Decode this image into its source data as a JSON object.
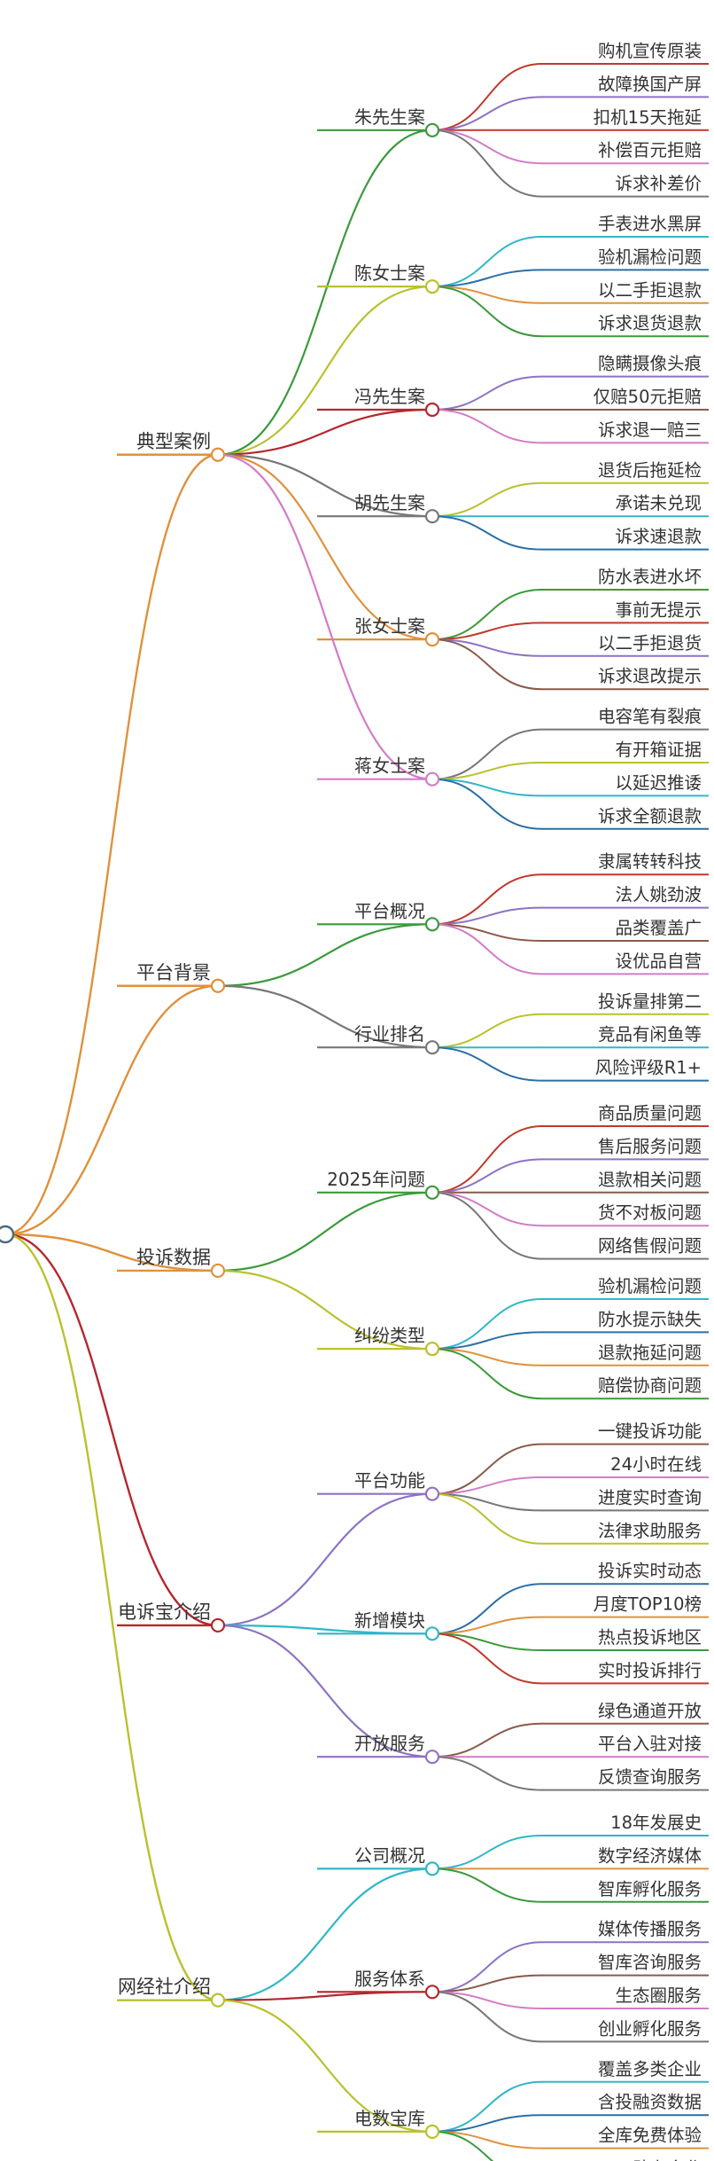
{
  "mindmap": {
    "root": {
      "label": "",
      "color": "#4a6b7a"
    },
    "branches": [
      {
        "label": "典型案例",
        "color": "#e0913c",
        "children": [
          {
            "label": "朱先生案",
            "color": "#3a9a3a",
            "leaves": [
              {
                "label": "购机宣传原装",
                "color": "#c0392b"
              },
              {
                "label": "故障换国产屏",
                "color": "#8e72c4"
              },
              {
                "label": "扣机15天拖延",
                "color": "#c0392b"
              },
              {
                "label": "补偿百元拒赔",
                "color": "#d27cc8"
              },
              {
                "label": "诉求补差价",
                "color": "#777777"
              }
            ]
          },
          {
            "label": "陈女士案",
            "color": "#b9c12e",
            "leaves": [
              {
                "label": "手表进水黑屏",
                "color": "#30b7c9"
              },
              {
                "label": "验机漏检问题",
                "color": "#2b6fa6"
              },
              {
                "label": "以二手拒退款",
                "color": "#e0913c"
              },
              {
                "label": "诉求退货退款",
                "color": "#3a9a3a"
              }
            ]
          },
          {
            "label": "冯先生案",
            "color": "#b3282e",
            "leaves": [
              {
                "label": "隐瞒摄像头痕",
                "color": "#8e72c4"
              },
              {
                "label": "仅赔50元拒赔",
                "color": "#8b5a4a"
              },
              {
                "label": "诉求退一赔三",
                "color": "#d27cc8"
              }
            ]
          },
          {
            "label": "胡先生案",
            "color": "#777777",
            "leaves": [
              {
                "label": "退货后拖延检",
                "color": "#b9c12e"
              },
              {
                "label": "承诺未兑现",
                "color": "#30b7c9"
              },
              {
                "label": "诉求速退款",
                "color": "#2b6fa6"
              }
            ]
          },
          {
            "label": "张女士案",
            "color": "#e0913c",
            "leaves": [
              {
                "label": "防水表进水坏",
                "color": "#3a9a3a"
              },
              {
                "label": "事前无提示",
                "color": "#c0392b"
              },
              {
                "label": "以二手拒退货",
                "color": "#8e72c4"
              },
              {
                "label": "诉求退改提示",
                "color": "#8b5a4a"
              }
            ]
          },
          {
            "label": "蒋女士案",
            "color": "#d27cc8",
            "leaves": [
              {
                "label": "电容笔有裂痕",
                "color": "#777777"
              },
              {
                "label": "有开箱证据",
                "color": "#b9c12e"
              },
              {
                "label": "以延迟推诿",
                "color": "#30b7c9"
              },
              {
                "label": "诉求全额退款",
                "color": "#2b6fa6"
              }
            ]
          }
        ]
      },
      {
        "label": "平台背景",
        "color": "#e0913c",
        "children": [
          {
            "label": "平台概况",
            "color": "#3a9a3a",
            "leaves": [
              {
                "label": "隶属转转科技",
                "color": "#c0392b"
              },
              {
                "label": "法人姚劲波",
                "color": "#8e72c4"
              },
              {
                "label": "品类覆盖广",
                "color": "#8b5a4a"
              },
              {
                "label": "设优品自营",
                "color": "#d27cc8"
              }
            ]
          },
          {
            "label": "行业排名",
            "color": "#777777",
            "leaves": [
              {
                "label": "投诉量排第二",
                "color": "#b9c12e"
              },
              {
                "label": "竞品有闲鱼等",
                "color": "#30b7c9"
              },
              {
                "label": "风险评级R1+",
                "color": "#2b6fa6"
              }
            ]
          }
        ]
      },
      {
        "label": "投诉数据",
        "color": "#e0913c",
        "children": [
          {
            "label": "2025年问题",
            "color": "#3a9a3a",
            "leaves": [
              {
                "label": "商品质量问题",
                "color": "#c0392b"
              },
              {
                "label": "售后服务问题",
                "color": "#8e72c4"
              },
              {
                "label": "退款相关问题",
                "color": "#8b5a4a"
              },
              {
                "label": "货不对板问题",
                "color": "#d27cc8"
              },
              {
                "label": "网络售假问题",
                "color": "#777777"
              }
            ]
          },
          {
            "label": "纠纷类型",
            "color": "#b9c12e",
            "leaves": [
              {
                "label": "验机漏检问题",
                "color": "#30b7c9"
              },
              {
                "label": "防水提示缺失",
                "color": "#2b6fa6"
              },
              {
                "label": "退款拖延问题",
                "color": "#e0913c"
              },
              {
                "label": "赔偿协商问题",
                "color": "#3a9a3a"
              }
            ]
          }
        ]
      },
      {
        "label": "电诉宝介绍",
        "color": "#b3282e",
        "children": [
          {
            "label": "平台功能",
            "color": "#8e72c4",
            "leaves": [
              {
                "label": "一键投诉功能",
                "color": "#8b5a4a"
              },
              {
                "label": "24小时在线",
                "color": "#d27cc8"
              },
              {
                "label": "进度实时查询",
                "color": "#777777"
              },
              {
                "label": "法律求助服务",
                "color": "#b9c12e"
              }
            ]
          },
          {
            "label": "新增模块",
            "color": "#30b7c9",
            "leaves": [
              {
                "label": "投诉实时动态",
                "color": "#2b6fa6"
              },
              {
                "label": "月度TOP10榜",
                "color": "#e0913c"
              },
              {
                "label": "热点投诉地区",
                "color": "#3a9a3a"
              },
              {
                "label": "实时投诉排行",
                "color": "#c0392b"
              }
            ]
          },
          {
            "label": "开放服务",
            "color": "#8e72c4",
            "leaves": [
              {
                "label": "绿色通道开放",
                "color": "#8b5a4a"
              },
              {
                "label": "平台入驻对接",
                "color": "#d27cc8"
              },
              {
                "label": "反馈查询服务",
                "color": "#777777"
              }
            ]
          }
        ]
      },
      {
        "label": "网经社介绍",
        "color": "#b9c12e",
        "children": [
          {
            "label": "公司概况",
            "color": "#30b7c9",
            "leaves": [
              {
                "label": "18年发展史",
                "color": "#30b7c9"
              },
              {
                "label": "数字经济媒体",
                "color": "#e0913c"
              },
              {
                "label": "智库孵化服务",
                "color": "#3a9a3a"
              }
            ]
          },
          {
            "label": "服务体系",
            "color": "#b3282e",
            "leaves": [
              {
                "label": "媒体传播服务",
                "color": "#8e72c4"
              },
              {
                "label": "智库咨询服务",
                "color": "#8b5a4a"
              },
              {
                "label": "生态圈服务",
                "color": "#d27cc8"
              },
              {
                "label": "创业孵化服务",
                "color": "#777777"
              }
            ]
          },
          {
            "label": "电数宝库",
            "color": "#b9c12e",
            "leaves": [
              {
                "label": "覆盖多类企业",
                "color": "#30b7c9"
              },
              {
                "label": "含投融资数据",
                "color": "#2b6fa6"
              },
              {
                "label": "全库免费体验",
                "color": "#e0913c"
              },
              {
                "label": "助力企业",
                "color": "#3a9a3a"
              }
            ]
          }
        ]
      }
    ]
  }
}
